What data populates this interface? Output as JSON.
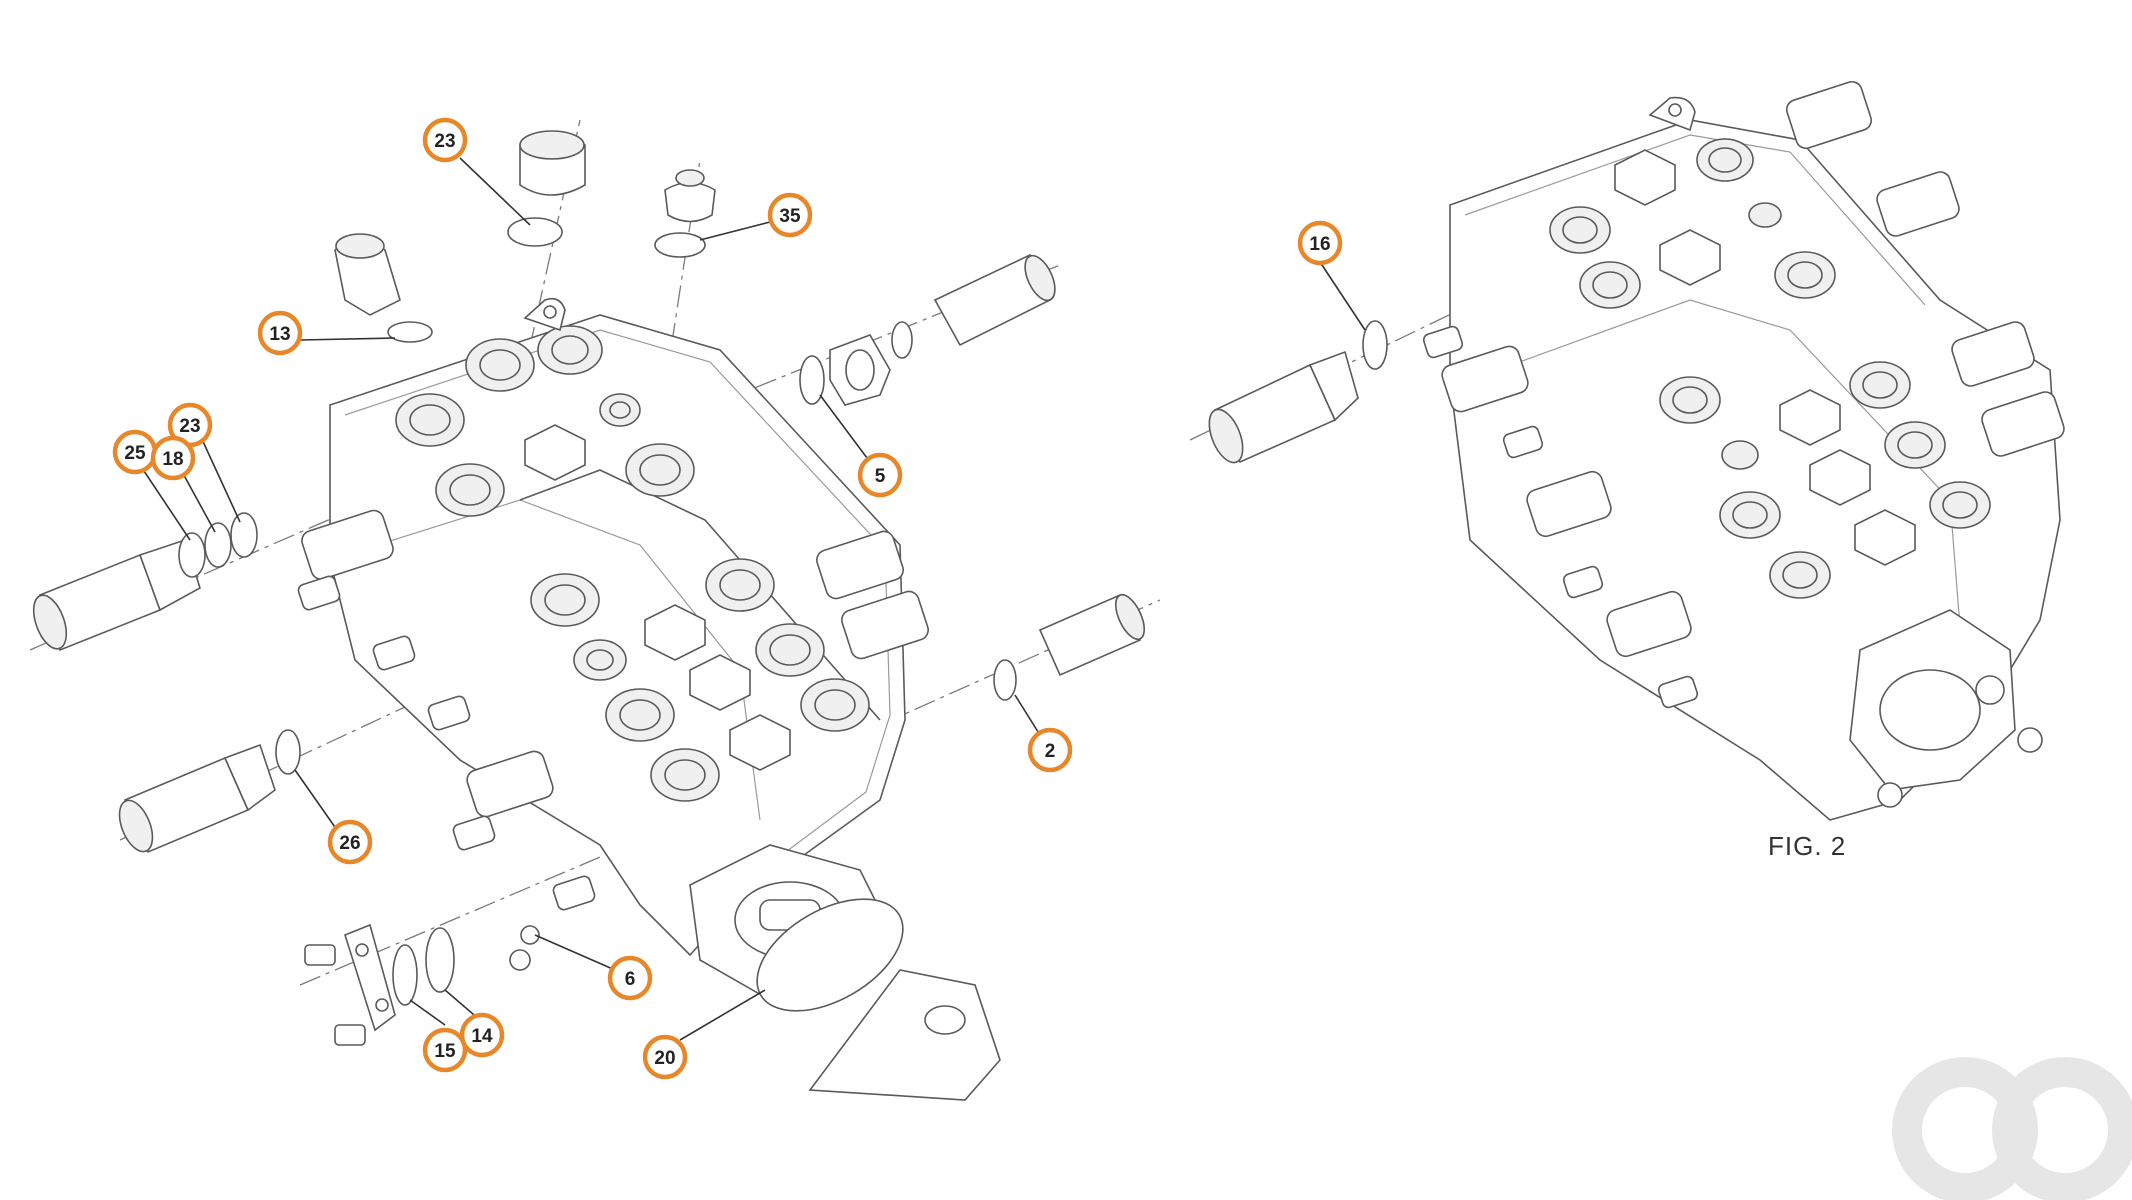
{
  "colors": {
    "callout_ring": "#e8872a",
    "line": "#5a5a5a",
    "logo": "#e6e6e6"
  },
  "fig1": {
    "callouts": [
      {
        "id": "c-23-top",
        "label": "23"
      },
      {
        "id": "c-35",
        "label": "35"
      },
      {
        "id": "c-13",
        "label": "13"
      },
      {
        "id": "c-23-left",
        "label": "23"
      },
      {
        "id": "c-25-left",
        "label": "25"
      },
      {
        "id": "c-18",
        "label": "18"
      },
      {
        "id": "c-5",
        "label": "5"
      },
      {
        "id": "c-2",
        "label": "2"
      },
      {
        "id": "c-26",
        "label": "26"
      },
      {
        "id": "c-6",
        "label": "6"
      },
      {
        "id": "c-15",
        "label": "15"
      },
      {
        "id": "c-14",
        "label": "14"
      },
      {
        "id": "c-20",
        "label": "20"
      }
    ]
  },
  "fig2": {
    "label": "FIG. 2",
    "callouts": [
      {
        "id": "c-16",
        "label": "16"
      }
    ]
  },
  "logo": {
    "icon": "ao-logo-icon"
  }
}
